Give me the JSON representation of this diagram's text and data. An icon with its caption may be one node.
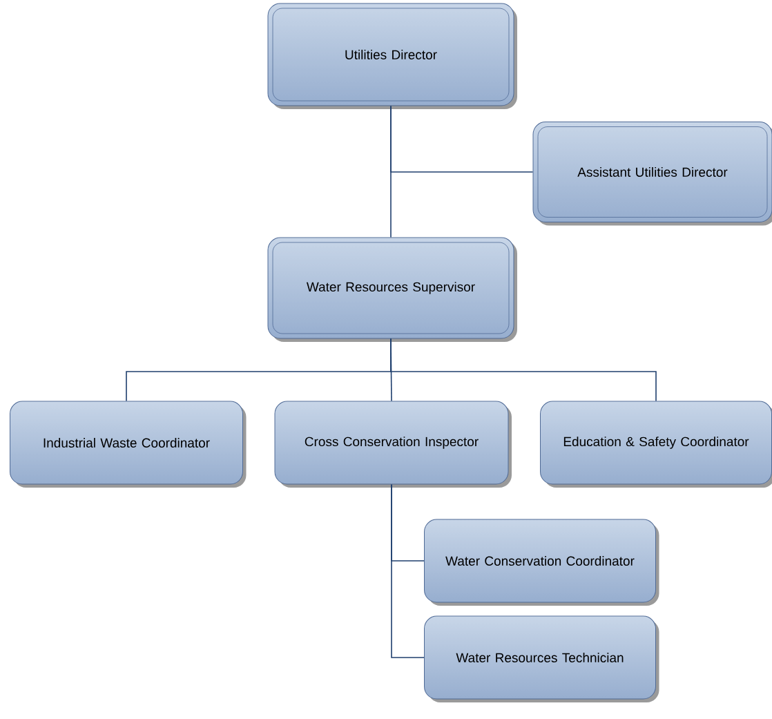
{
  "diagram": {
    "nodes": [
      {
        "text": [
          "Utilities Director"
        ]
      },
      {
        "text": [
          "Assistant Utilities Director"
        ]
      },
      {
        "text": [
          "Water Resources Supervisor"
        ]
      },
      {
        "text": [
          "Industrial Waste Coordinator"
        ]
      },
      {
        "text": [
          "Cross Conservation Inspector"
        ]
      },
      {
        "text": [
          "Education & Safety Coordinator"
        ]
      },
      {
        "text": [
          "Water Conservation Coordinator"
        ]
      },
      {
        "text": [
          "Water Resources Technician"
        ]
      }
    ],
    "edges": [
      {
        "from": 0,
        "to": 2,
        "arrow": "none"
      },
      {
        "from": 0,
        "to": 1,
        "arrow": "none"
      },
      {
        "from": 2,
        "to": 3,
        "arrow": "none"
      },
      {
        "from": 2,
        "to": 4,
        "arrow": "none"
      },
      {
        "from": 2,
        "to": 5,
        "arrow": "none"
      },
      {
        "from": 4,
        "to": 6,
        "arrow": "none"
      },
      {
        "from": 4,
        "to": 7,
        "arrow": "none"
      }
    ]
  }
}
